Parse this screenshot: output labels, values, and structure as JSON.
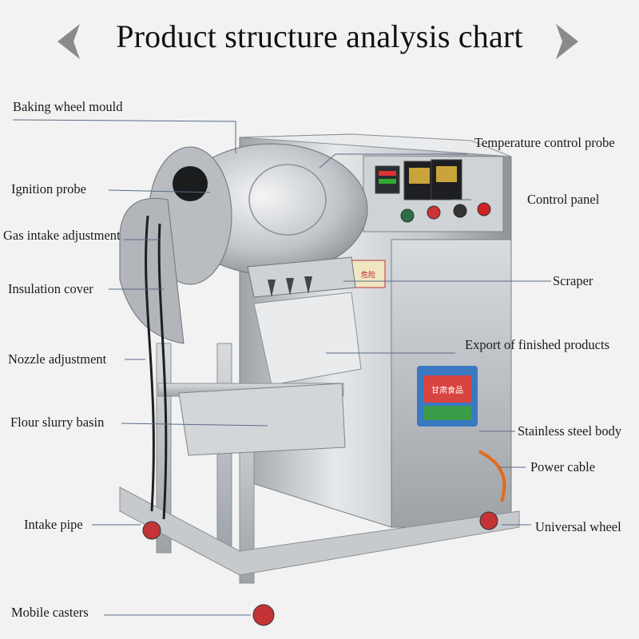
{
  "title": "Product structure analysis chart",
  "icons": {
    "prev": "chevron-left-icon",
    "next": "chevron-right-icon"
  },
  "colors": {
    "leader_line": "#5a6b85",
    "text": "#1a1a1a",
    "background": "#f2f2f2"
  },
  "labels_left": [
    "Baking wheel mould",
    "Ignition probe",
    "Gas intake adjustment",
    "Insulation cover",
    "Nozzle adjustment",
    "Flour slurry basin",
    "Intake pipe",
    "Mobile casters"
  ],
  "labels_right": [
    "Temperature control probe",
    "Control panel",
    "Scraper",
    "Export of finished products",
    "Stainless steel body",
    "Power cable",
    "Universal wheel"
  ],
  "panel_text": {
    "warning": "危险",
    "sticker": "甘肃食品"
  }
}
